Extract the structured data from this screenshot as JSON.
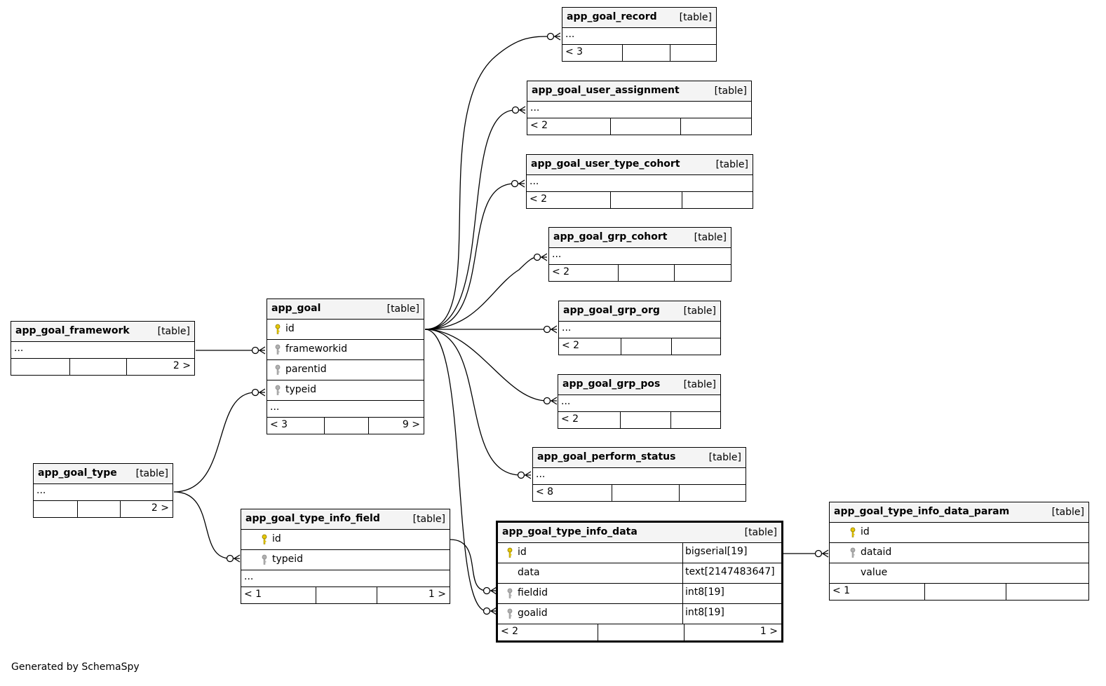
{
  "footer_text": "Generated by SchemaSpy",
  "tables": [
    {
      "id": "app_goal_record",
      "name": "app_goal_record",
      "kind": "[table]",
      "columns": [],
      "ellipsis": "...",
      "parents": "< 3",
      "children": ""
    },
    {
      "id": "app_goal_user_assignment",
      "name": "app_goal_user_assignment",
      "kind": "[table]",
      "columns": [],
      "ellipsis": "...",
      "parents": "< 2",
      "children": ""
    },
    {
      "id": "app_goal_user_type_cohort",
      "name": "app_goal_user_type_cohort",
      "kind": "[table]",
      "columns": [],
      "ellipsis": "...",
      "parents": "< 2",
      "children": ""
    },
    {
      "id": "app_goal_grp_cohort",
      "name": "app_goal_grp_cohort",
      "kind": "[table]",
      "columns": [],
      "ellipsis": "...",
      "parents": "< 2",
      "children": ""
    },
    {
      "id": "app_goal_grp_org",
      "name": "app_goal_grp_org",
      "kind": "[table]",
      "columns": [],
      "ellipsis": "...",
      "parents": "< 2",
      "children": ""
    },
    {
      "id": "app_goal_grp_pos",
      "name": "app_goal_grp_pos",
      "kind": "[table]",
      "columns": [],
      "ellipsis": "...",
      "parents": "< 2",
      "children": ""
    },
    {
      "id": "app_goal_perform_status",
      "name": "app_goal_perform_status",
      "kind": "[table]",
      "columns": [],
      "ellipsis": "...",
      "parents": "< 8",
      "children": ""
    },
    {
      "id": "app_goal_framework",
      "name": "app_goal_framework",
      "kind": "[table]",
      "columns": [],
      "ellipsis": "...",
      "parents": "",
      "children": "2 >"
    },
    {
      "id": "app_goal",
      "name": "app_goal",
      "kind": "[table]",
      "columns": [
        {
          "name": "id",
          "key": "primary",
          "type": ""
        },
        {
          "name": "frameworkid",
          "key": "foreign",
          "type": ""
        },
        {
          "name": "parentid",
          "key": "foreign",
          "type": ""
        },
        {
          "name": "typeid",
          "key": "foreign",
          "type": ""
        }
      ],
      "ellipsis": "...",
      "parents": "< 3",
      "children": "9 >"
    },
    {
      "id": "app_goal_type",
      "name": "app_goal_type",
      "kind": "[table]",
      "columns": [],
      "ellipsis": "...",
      "parents": "",
      "children": "2 >"
    },
    {
      "id": "app_goal_type_info_field",
      "name": "app_goal_type_info_field",
      "kind": "[table]",
      "columns": [
        {
          "name": "id",
          "key": "primary",
          "type": ""
        },
        {
          "name": "typeid",
          "key": "foreign",
          "type": ""
        }
      ],
      "ellipsis": "...",
      "parents": "< 1",
      "children": "1 >"
    },
    {
      "id": "app_goal_type_info_data",
      "name": "app_goal_type_info_data",
      "kind": "[table]",
      "columns": [
        {
          "name": "id",
          "key": "primary",
          "type": "bigserial[19]"
        },
        {
          "name": "data",
          "key": "none",
          "type": "text[2147483647]"
        },
        {
          "name": "fieldid",
          "key": "foreign",
          "type": "int8[19]"
        },
        {
          "name": "goalid",
          "key": "foreign",
          "type": "int8[19]"
        }
      ],
      "ellipsis": "",
      "parents": "< 2",
      "children": "1 >"
    },
    {
      "id": "app_goal_type_info_data_param",
      "name": "app_goal_type_info_data_param",
      "kind": "[table]",
      "columns": [
        {
          "name": "id",
          "key": "primary",
          "type": ""
        },
        {
          "name": "dataid",
          "key": "foreign",
          "type": ""
        },
        {
          "name": "value",
          "key": "none",
          "type": ""
        }
      ],
      "ellipsis": "",
      "parents": "< 1",
      "children": ""
    }
  ],
  "relationships": [
    {
      "from": "app_goal.id",
      "to": "app_goal_record"
    },
    {
      "from": "app_goal.id",
      "to": "app_goal_user_assignment"
    },
    {
      "from": "app_goal.id",
      "to": "app_goal_user_type_cohort"
    },
    {
      "from": "app_goal.id",
      "to": "app_goal_grp_cohort"
    },
    {
      "from": "app_goal.id",
      "to": "app_goal_grp_org"
    },
    {
      "from": "app_goal.id",
      "to": "app_goal_grp_pos"
    },
    {
      "from": "app_goal.id",
      "to": "app_goal_perform_status"
    },
    {
      "from": "app_goal.id",
      "to": "app_goal_type_info_data.goalid"
    },
    {
      "from": "app_goal_framework",
      "to": "app_goal.frameworkid"
    },
    {
      "from": "app_goal_type",
      "to": "app_goal.typeid"
    },
    {
      "from": "app_goal_type",
      "to": "app_goal_type_info_field.typeid"
    },
    {
      "from": "app_goal_type_info_field.id",
      "to": "app_goal_type_info_data.fieldid"
    },
    {
      "from": "app_goal_type_info_data.id",
      "to": "app_goal_type_info_data_param.dataid"
    }
  ]
}
